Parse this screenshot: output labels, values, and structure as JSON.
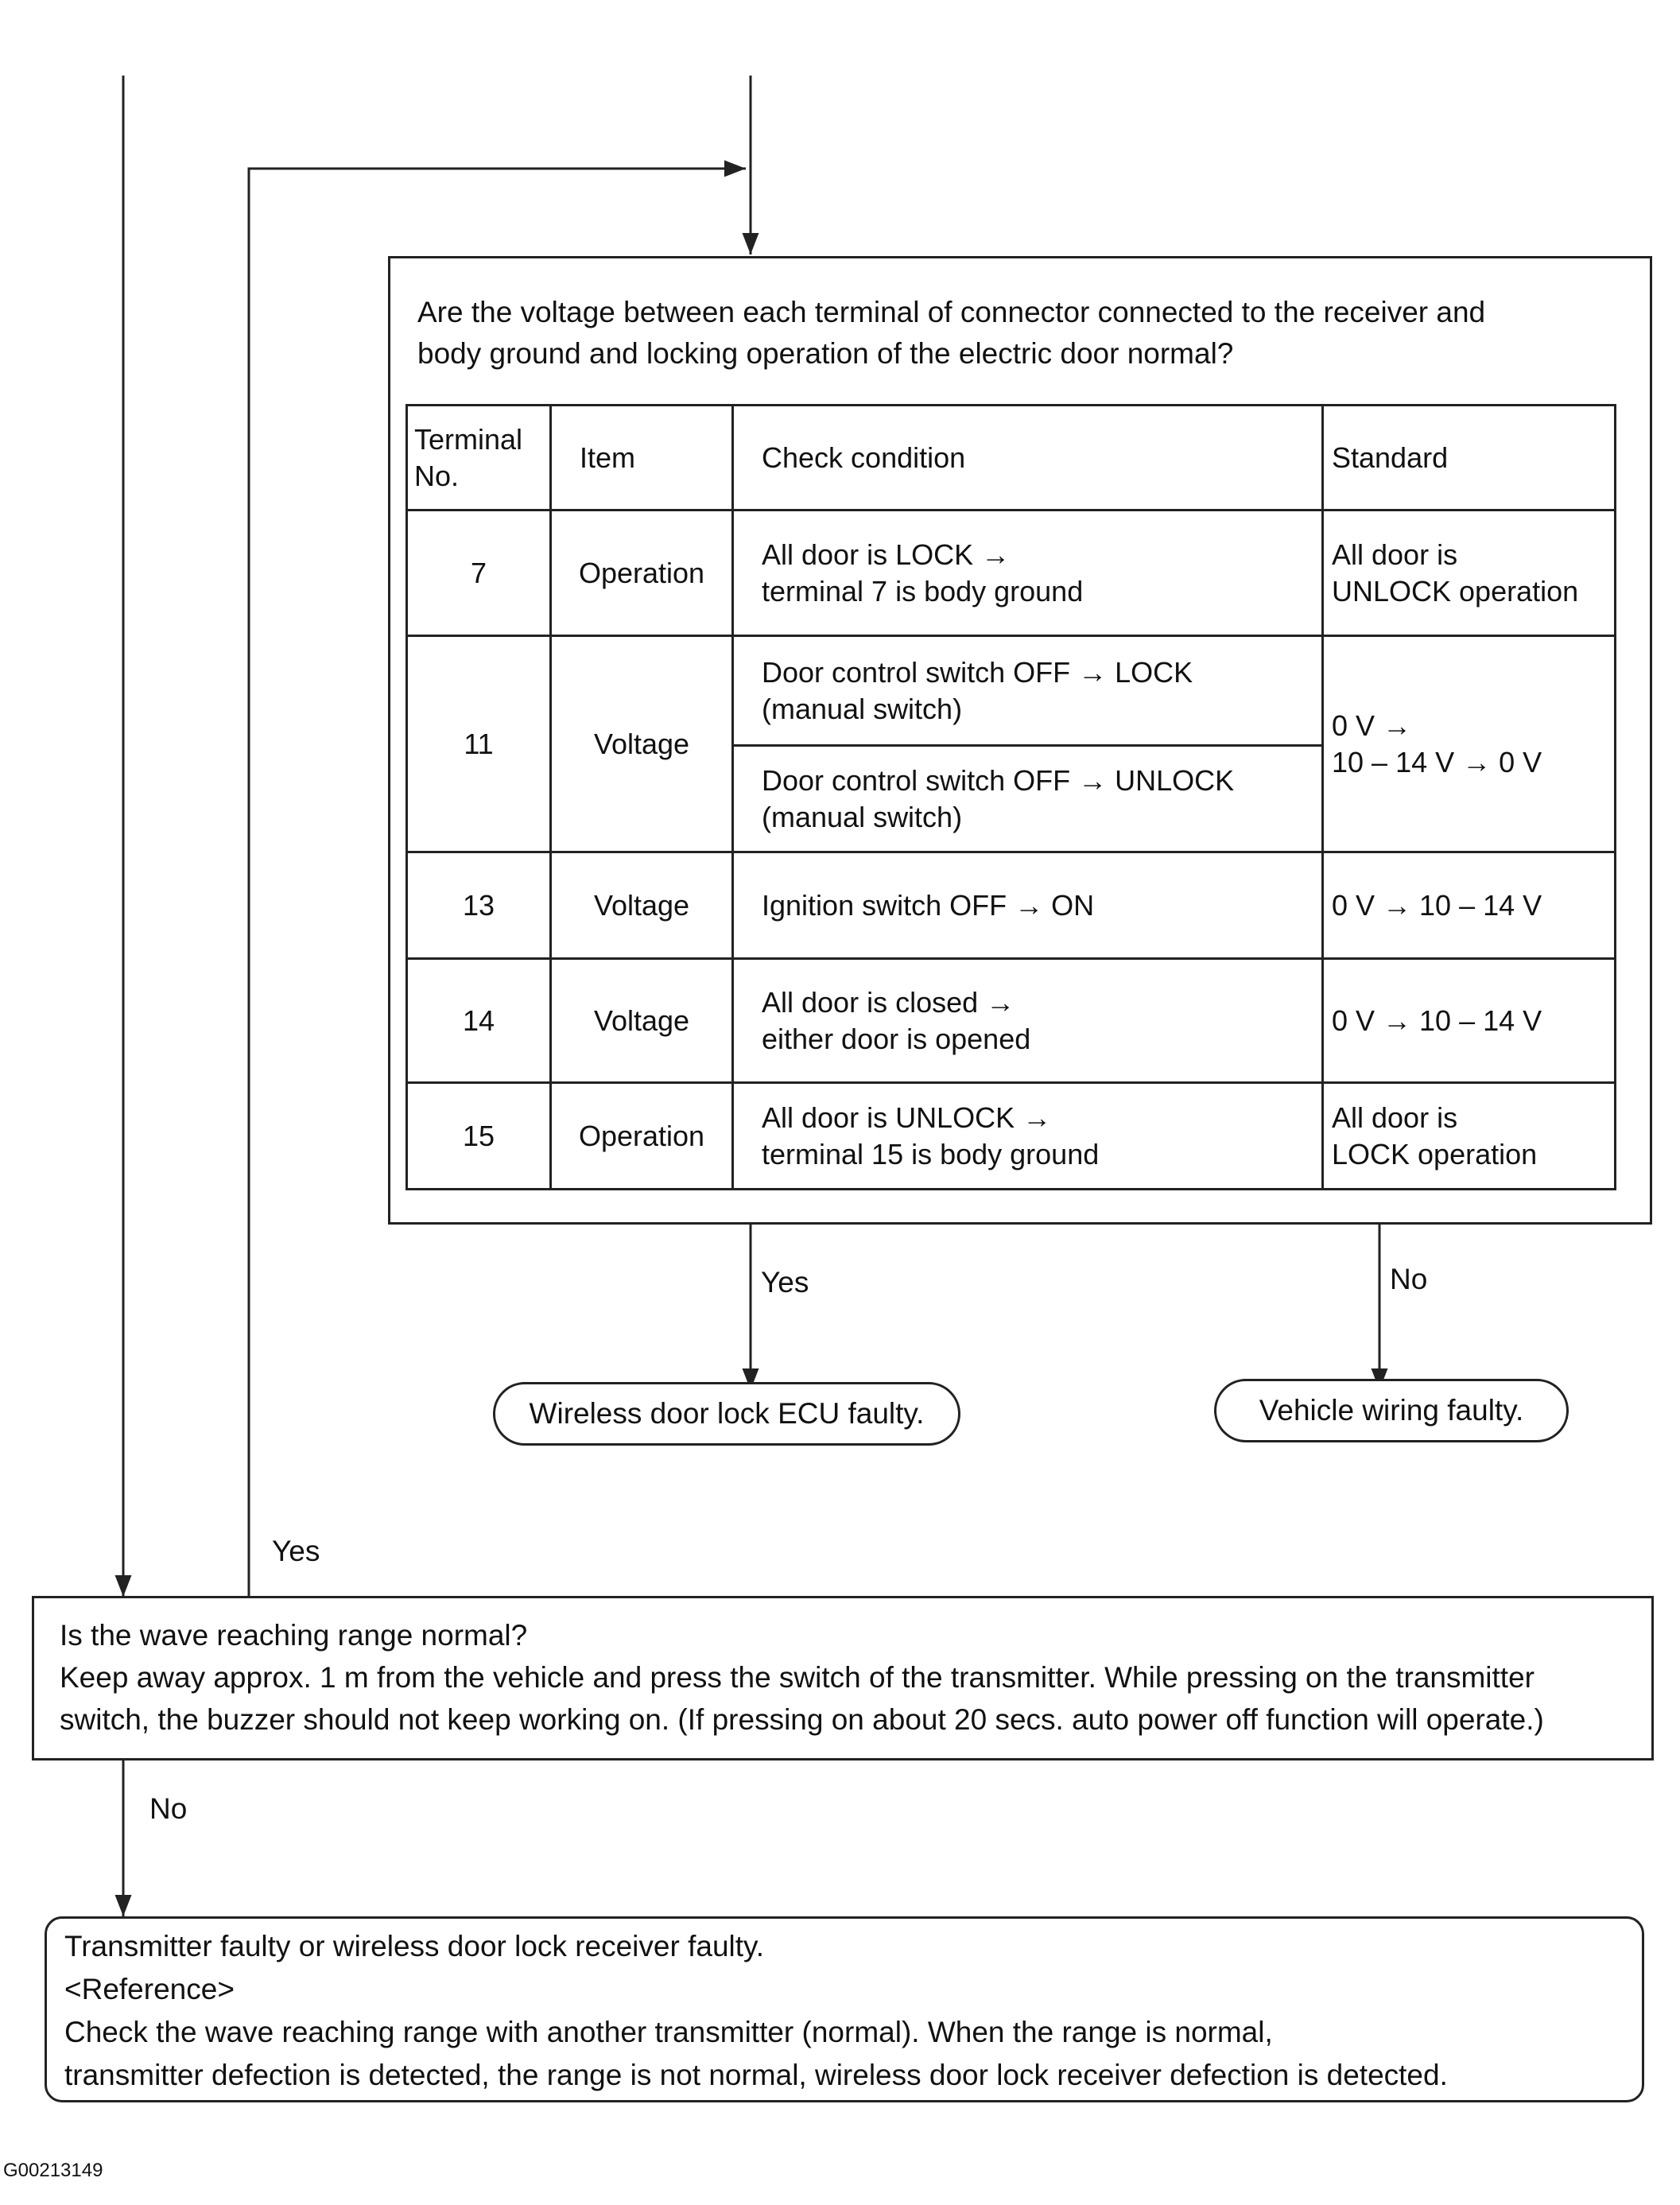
{
  "top_question": {
    "text_line1": "Are the voltage between each terminal of connector connected to the receiver and",
    "text_line2": "body ground and locking operation of the electric door normal?"
  },
  "table": {
    "headers": [
      "Terminal No.",
      "Item",
      "Check condition",
      "Standard"
    ],
    "rows": [
      {
        "terminal": "7",
        "item": "Operation",
        "condition_line1": "All door is LOCK →",
        "condition_line2": "terminal 7 is body ground",
        "standard_line1": "All door is",
        "standard_line2": "UNLOCK operation"
      },
      {
        "terminal": "11",
        "item": "Voltage",
        "condition_a_line1": "Door control switch OFF → LOCK",
        "condition_a_line2": "(manual switch)",
        "condition_b_line1": "Door control switch OFF → UNLOCK",
        "condition_b_line2": "(manual switch)",
        "standard_line1": "0 V →",
        "standard_line2": "10 – 14 V → 0 V"
      },
      {
        "terminal": "13",
        "item": "Voltage",
        "condition_line1": "Ignition switch OFF → ON",
        "standard_line1": "0 V → 10 – 14 V"
      },
      {
        "terminal": "14",
        "item": "Voltage",
        "condition_line1": "All door is closed →",
        "condition_line2": "either door is opened",
        "standard_line1": "0 V → 10 – 14 V"
      },
      {
        "terminal": "15",
        "item": "Operation",
        "condition_line1": "All door is UNLOCK →",
        "condition_line2": "terminal 15 is body ground",
        "standard_line1": "All door is",
        "standard_line2": "LOCK operation"
      }
    ]
  },
  "branches": {
    "yes_label": "Yes",
    "no_label": "No",
    "yes_result": "Wireless door lock ECU faulty.",
    "no_result": "Vehicle wiring faulty."
  },
  "middle_question": {
    "yes_label": "Yes",
    "line1": "Is the wave reaching range normal?",
    "line2": "Keep away approx. 1 m from the vehicle and press the switch of the transmitter. While pressing on the transmitter",
    "line3": "switch, the buzzer should not keep working on. (If pressing on about 20 secs. auto power off function will operate.)",
    "no_label": "No"
  },
  "bottom_result": {
    "line1": "Transmitter faulty or wireless door lock receiver faulty.",
    "line2": "<Reference>",
    "line3": "Check the wave reaching range with another transmitter (normal). When the range is normal,",
    "line4": "transmitter defection is detected, the range is not normal, wireless door lock receiver defection is detected."
  },
  "figure_id": "G00213149"
}
